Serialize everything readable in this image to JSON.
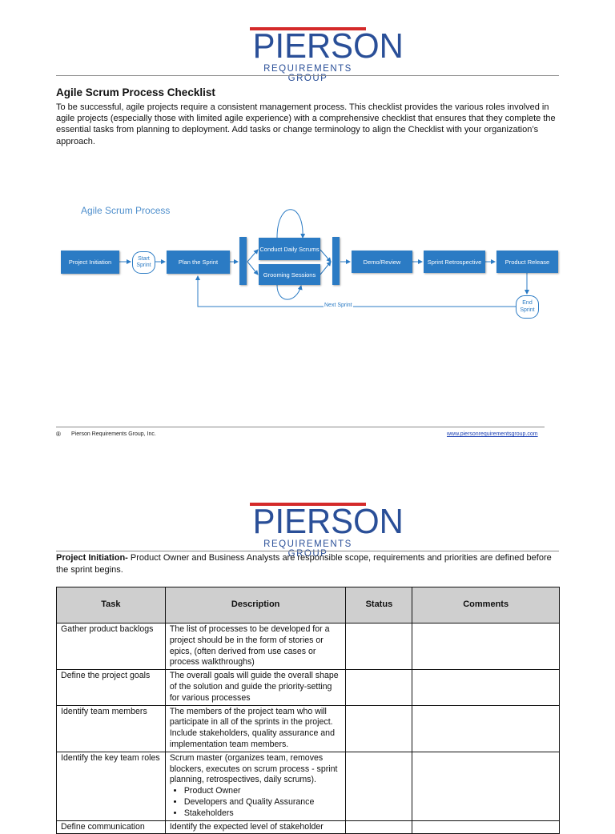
{
  "logo": {
    "name": "PIERSON",
    "tagline": "REQUIREMENTS GROUP"
  },
  "document": {
    "title": "Agile Scrum Process Checklist",
    "intro": "To be successful, agile projects require a consistent management process. This checklist provides the various roles involved in agile projects (especially those with limited agile experience) with a comprehensive checklist that ensures that they complete the essential tasks from planning to deployment.  Add tasks or change terminology to align the Checklist with your organization’s approach."
  },
  "diagram": {
    "title": "Agile Scrum Process",
    "project_initiation": "Project Initiation",
    "start_sprint": "Start Sprint",
    "plan_sprint": "Plan the Sprint",
    "daily_scrums": "Conduct Daily Scrums",
    "grooming": "Grooming Sessions",
    "demo_review": "Demo/Review",
    "retrospective": "Sprint Retrospective",
    "product_release": "Product Release",
    "end_sprint": "End Sprint",
    "next_sprint": "Next Sprint"
  },
  "footer": {
    "company": "Pierson Requirements Group, Inc.",
    "url": "www.piersonrequirementsgroup.com"
  },
  "section": {
    "heading": "Project Initiation-",
    "text": " Product Owner and Business Analysts are responsible scope, requirements and priorities are defined before the sprint begins."
  },
  "table": {
    "headers": [
      "Task",
      "Description",
      "Status",
      "Comments"
    ],
    "rows": [
      {
        "task": "Gather product backlogs",
        "description": "The list of processes to be developed for a project should be in the form of stories or epics, (often derived from use cases or process walkthroughs)"
      },
      {
        "task": "Define the project goals",
        "description": "The overall goals will guide the overall shape of the solution and guide the priority-setting for various processes"
      },
      {
        "task": "Identify team members",
        "description": "The members of the project team who will participate in all of the sprints in the project. Include stakeholders, quality assurance and implementation team members."
      },
      {
        "task": "Identify the key team roles",
        "description": "Scrum master (organizes team, removes blockers, executes on scrum process - sprint planning, retrospectives, daily scrums).",
        "bullets": [
          "Product Owner",
          "Developers and Quality Assurance",
          "Stakeholders"
        ]
      },
      {
        "task": "Define communication",
        "description": "Identify the expected level of stakeholder"
      }
    ]
  }
}
